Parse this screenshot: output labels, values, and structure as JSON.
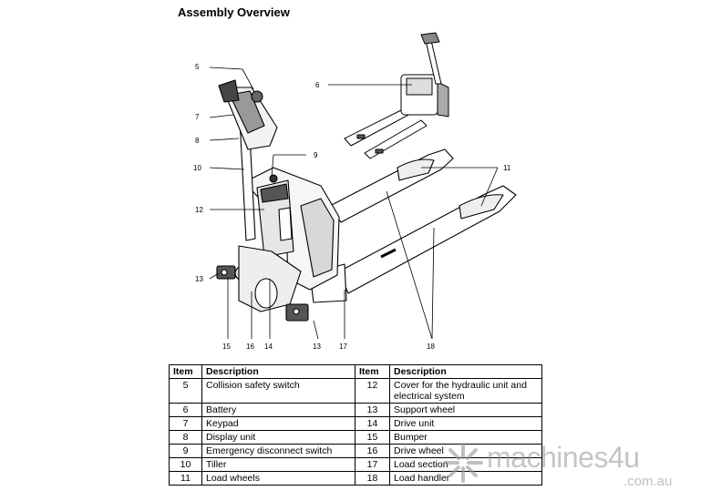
{
  "heading": "Assembly Overview",
  "callouts": {
    "c5": "5",
    "c6": "6",
    "c7": "7",
    "c8": "8",
    "c9": "9",
    "c10": "10",
    "c11": "11",
    "c12": "12",
    "c13a": "13",
    "c13b": "13",
    "c14": "14",
    "c15": "15",
    "c16": "16",
    "c17": "17",
    "c18": "18"
  },
  "table": {
    "headers": {
      "item1": "Item",
      "desc1": "Description",
      "item2": "Item",
      "desc2": "Description"
    },
    "rows": [
      {
        "item_l": "5",
        "desc_l": "Collision safety switch",
        "item_r": "12",
        "desc_r": "Cover for the hydraulic unit and electrical system"
      },
      {
        "item_l": "6",
        "desc_l": "Battery",
        "item_r": "13",
        "desc_r": "Support wheel"
      },
      {
        "item_l": "7",
        "desc_l": "Keypad",
        "item_r": "14",
        "desc_r": "Drive unit"
      },
      {
        "item_l": "8",
        "desc_l": "Display unit",
        "item_r": "15",
        "desc_r": "Bumper"
      },
      {
        "item_l": "9",
        "desc_l": "Emergency disconnect switch",
        "item_r": "16",
        "desc_r": "Drive wheel"
      },
      {
        "item_l": "10",
        "desc_l": "Tiller",
        "item_r": "17",
        "desc_r": "Load section"
      },
      {
        "item_l": "11",
        "desc_l": "Load wheels",
        "item_r": "18",
        "desc_r": "Load handler"
      }
    ]
  },
  "watermark": {
    "brand": "machines4u",
    "domain": ".com.au"
  }
}
